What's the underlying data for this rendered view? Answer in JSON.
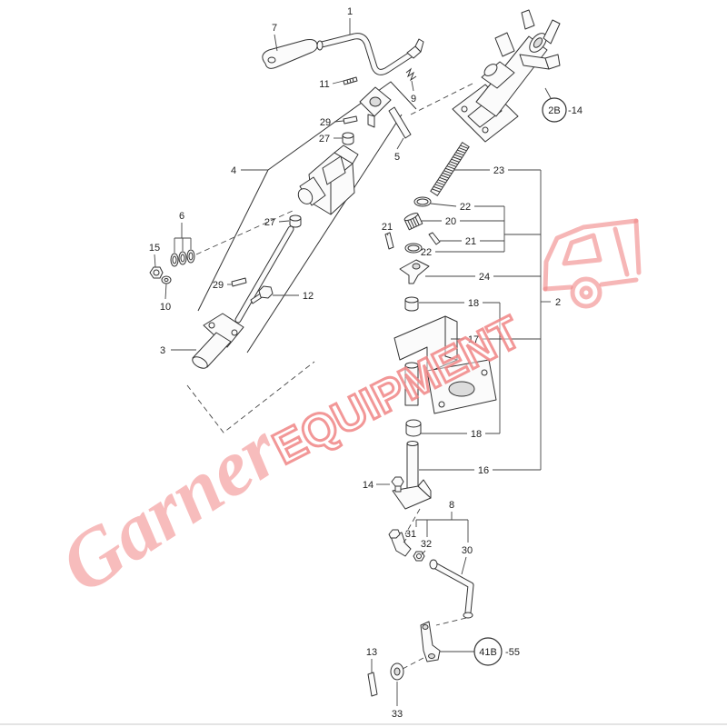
{
  "diagram": {
    "callouts": [
      "1",
      "7",
      "11",
      "9",
      "29",
      "27",
      "5",
      "4",
      "23",
      "22",
      "20",
      "6",
      "27",
      "21",
      "21",
      "22",
      "15",
      "24",
      "29",
      "12",
      "10",
      "2",
      "18",
      "3",
      "17",
      "18",
      "16",
      "14",
      "8",
      "31",
      "32",
      "30",
      "13",
      "33"
    ],
    "references": [
      {
        "circle": "2B",
        "suffix": "-14"
      },
      {
        "circle": "41B",
        "suffix": "-55"
      }
    ]
  },
  "watermark": {
    "script": "Garner",
    "block": "EQUIPMENT"
  },
  "colors": {
    "background": "#ffffff",
    "line": "#333333",
    "callout": "#222222",
    "assembly_callout": "#2ca02c",
    "watermark": "#f08585"
  }
}
